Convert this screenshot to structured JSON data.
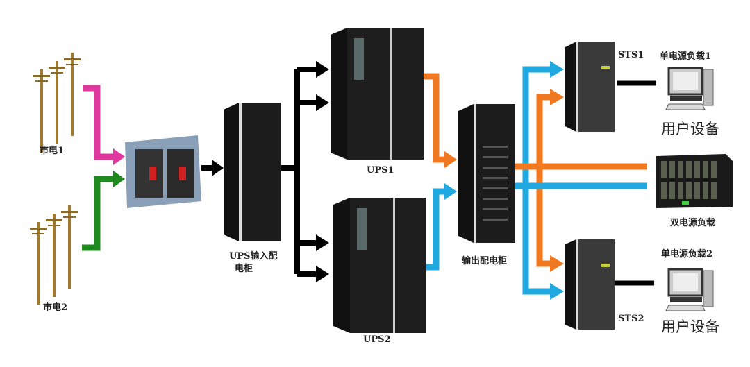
{
  "labels": {
    "mains1": "市电1",
    "mains2": "市电2",
    "ups_input_cabinet_line1": "UPS输入配",
    "ups_input_cabinet_line2": "电柜",
    "ups1": "UPS1",
    "ups2": "UPS2",
    "output_cabinet": "输出配电柜",
    "sts1": "STS1",
    "sts2": "STS2",
    "single_load1": "单电源负载1",
    "single_load2": "单电源负载2",
    "user_equipment1": "用户设备",
    "user_equipment2": "用户设备",
    "dual_load": "双电源负载"
  },
  "colors": {
    "mains1_line": "#e0389f",
    "mains2_line": "#1e8a1e",
    "ups1_line": "#f07820",
    "ups2_line": "#20a8e0",
    "feed": "#000000"
  }
}
